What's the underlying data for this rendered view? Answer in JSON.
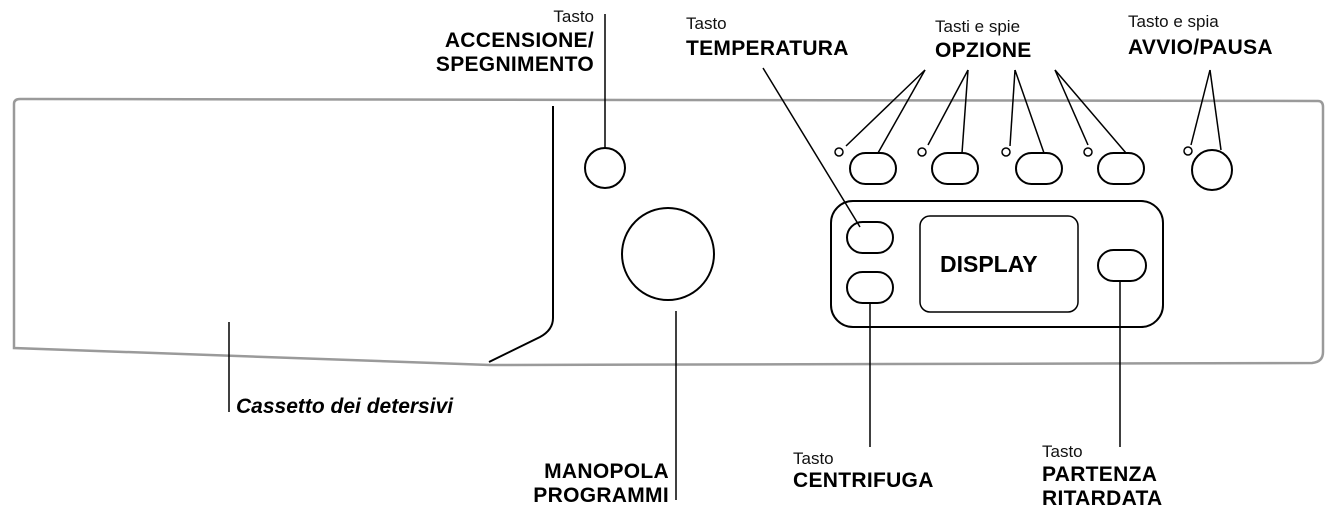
{
  "labels": {
    "power": {
      "small": "Tasto",
      "line1": "ACCENSIONE/",
      "line2": "SPEGNIMENTO"
    },
    "temperature": {
      "small": "Tasto",
      "big": "TEMPERATURA"
    },
    "options": {
      "small": "Tasti e spie",
      "big": "OPZIONE"
    },
    "start_pause": {
      "small": "Tasto e spia",
      "big": "AVVIO/PAUSA"
    },
    "drawer": "Cassetto dei detersivi",
    "program_knob": {
      "line1": "MANOPOLA",
      "line2": "PROGRAMMI"
    },
    "spin": {
      "small": "Tasto",
      "big": "CENTRIFUGA"
    },
    "delay_start": {
      "small": "Tasto",
      "line1": "PARTENZA",
      "line2": "RITARDATA"
    },
    "display": "DISPLAY"
  }
}
